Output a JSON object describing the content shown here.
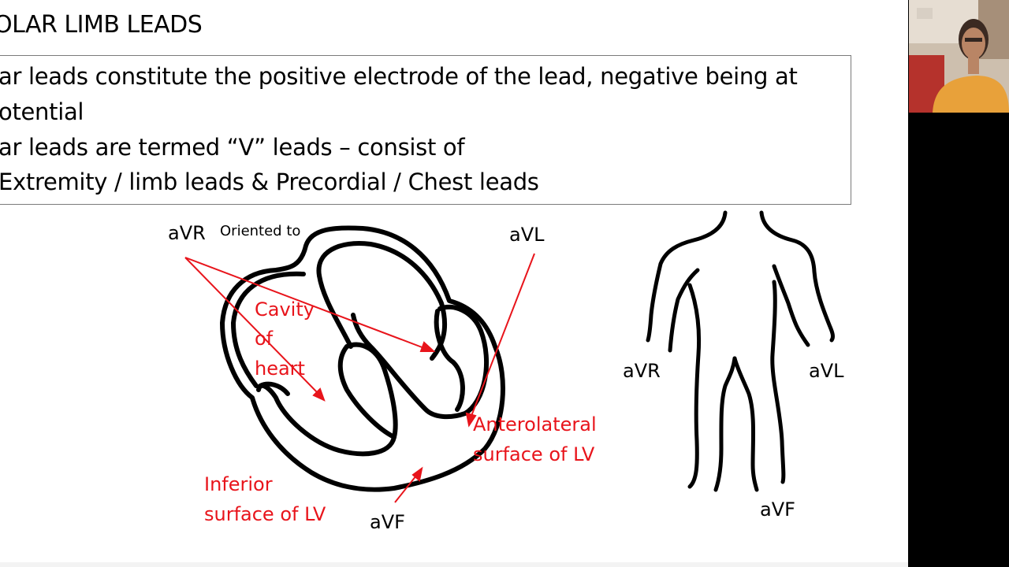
{
  "slide": {
    "title": "OLAR LIMB LEADS",
    "bullets": [
      "ar leads constitute the positive electrode of the lead, negative being at",
      "otential",
      "ar leads are termed “V” leads – consist of",
      "Extremity / limb leads & Precordial / Chest leads"
    ]
  },
  "heart_diagram": {
    "lead_avr": "aVR",
    "oriented_to": "Oriented to",
    "lead_avl": "aVL",
    "lead_avf": "aVF",
    "cavity": [
      "Cavity",
      "of",
      "heart"
    ],
    "anterolateral": [
      "Anterolateral",
      "surface of LV"
    ],
    "inferior": [
      "Inferior",
      "surface of LV"
    ]
  },
  "body_diagram": {
    "lead_avr": "aVR",
    "lead_avl": "aVL",
    "lead_avf": "aVF"
  },
  "colors": {
    "annotation_red": "#e8141b",
    "outline": "#000000",
    "webcam_shirt": "#e8a13a"
  }
}
